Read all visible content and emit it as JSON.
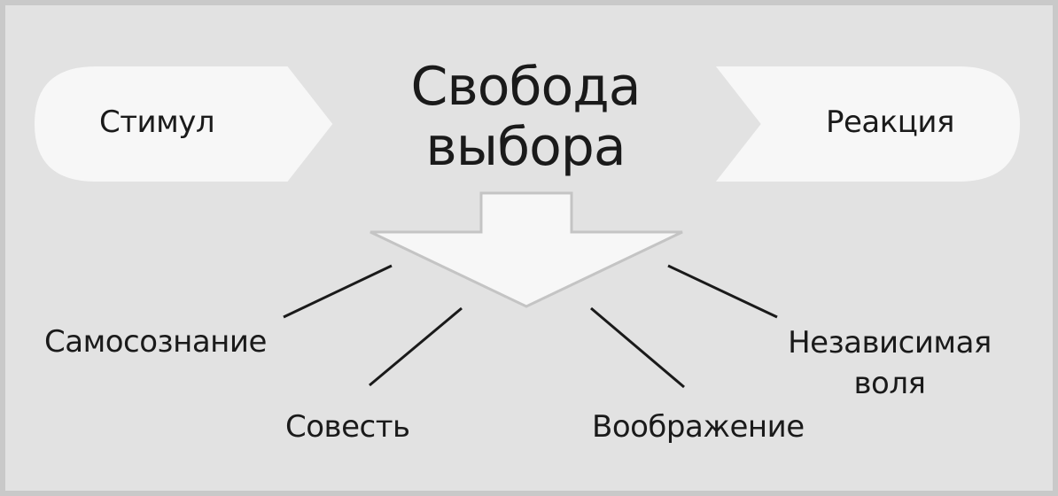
{
  "diagram": {
    "title_line1": "Свобода",
    "title_line2": "выбора",
    "left_box": "Стимул",
    "right_box": "Реакция",
    "branches": {
      "self_awareness": "Самосознание",
      "conscience": "Совесть",
      "imagination": "Воображение",
      "independent_will_line1": "Независимая",
      "independent_will_line2": "воля"
    },
    "colors": {
      "background": "#e2e2e2",
      "frame": "#c9c9c9",
      "shape_fill": "#f7f7f7",
      "line": "#1a1a1a"
    }
  }
}
